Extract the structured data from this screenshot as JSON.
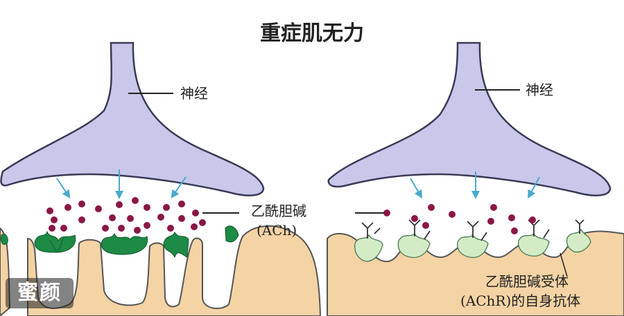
{
  "title": "重症肌无力",
  "left_panel": {
    "nerve_label": "神经",
    "ach_label_line1": "乙酰胆碱",
    "ach_label_line2": "(ACh)"
  },
  "right_panel": {
    "nerve_label": "神经",
    "antibody_label_line1": "乙酰胆碱受体",
    "antibody_label_line2": "(AChR)的自身抗体"
  },
  "watermark": "蜜颜",
  "colors": {
    "nerve": "#c9c8ea",
    "nerve_outline": "#3a3a55",
    "muscle": "#f4d3a4",
    "muscle_outline": "#555",
    "ach_dot": "#8a1747",
    "receptor_normal": "#1d8a45",
    "receptor_blocked": "#d3ecc6",
    "arrow": "#4aa9cf"
  }
}
